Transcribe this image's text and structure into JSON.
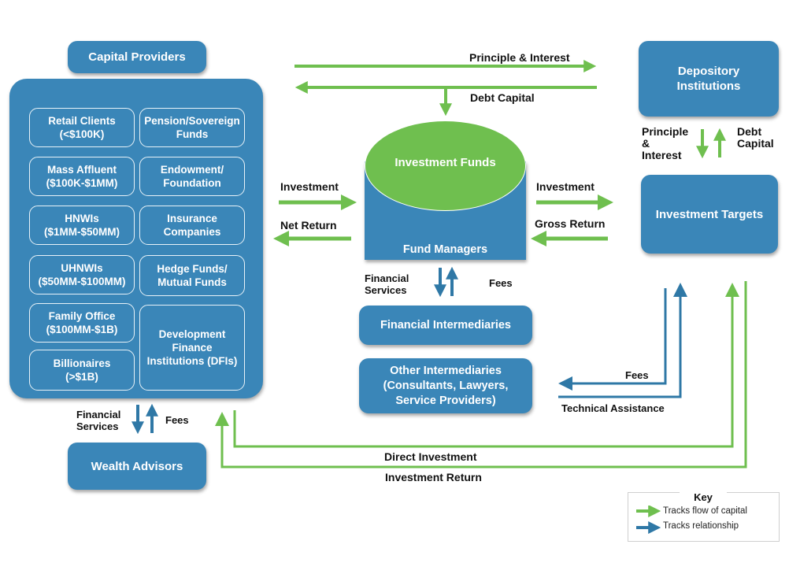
{
  "colors": {
    "box_blue": "#3a86b8",
    "capital_flow_green": "#6fbf4f",
    "relationship_blue": "#2f78a6"
  },
  "nodes": {
    "capital_providers": "Capital Providers",
    "depository_institutions": "Depository\nInstitutions",
    "investment_funds": "Investment Funds",
    "fund_managers": "Fund Managers",
    "investment_targets": "Investment Targets",
    "financial_intermediaries": "Financial Intermediaries",
    "other_intermediaries": "Other Intermediaries\n(Consultants, Lawyers,\nService Providers)",
    "wealth_advisors": "Wealth Advisors"
  },
  "capital_provider_types": {
    "left": [
      "Retail Clients\n(<$100K)",
      "Mass Affluent\n($100K-$1MM)",
      "HNWIs\n($1MM-$50MM)",
      "UHNWIs\n($50MM-$100MM)",
      "Family Office\n($100MM-$1B)",
      "Billionaires\n(>$1B)"
    ],
    "right": [
      "Pension/Sovereign\nFunds",
      "Endowment/\nFoundation",
      "Insurance\nCompanies",
      "Hedge Funds/\nMutual Funds",
      "Development\nFinance\nInstitutions (DFIs)"
    ]
  },
  "flows": {
    "principle_interest_top": "Principle & Interest",
    "debt_capital_top": "Debt Capital",
    "principle_interest_right": "Principle\n&\nInterest",
    "debt_capital_right": "Debt\nCapital",
    "investment_in": "Investment",
    "net_return": "Net Return",
    "investment_out": "Investment",
    "gross_return": "Gross Return",
    "fm_financial_services": "Financial\nServices",
    "fm_fees": "Fees",
    "wa_financial_services": "Financial\nServices",
    "wa_fees": "Fees",
    "oi_fees": "Fees",
    "technical_assistance": "Technical Assistance",
    "direct_investment": "Direct Investment",
    "investment_return": "Investment Return"
  },
  "key": {
    "title": "Key",
    "items": [
      {
        "label": "Tracks flow of capital",
        "type": "capital"
      },
      {
        "label": "Tracks relationship",
        "type": "relationship"
      }
    ]
  }
}
